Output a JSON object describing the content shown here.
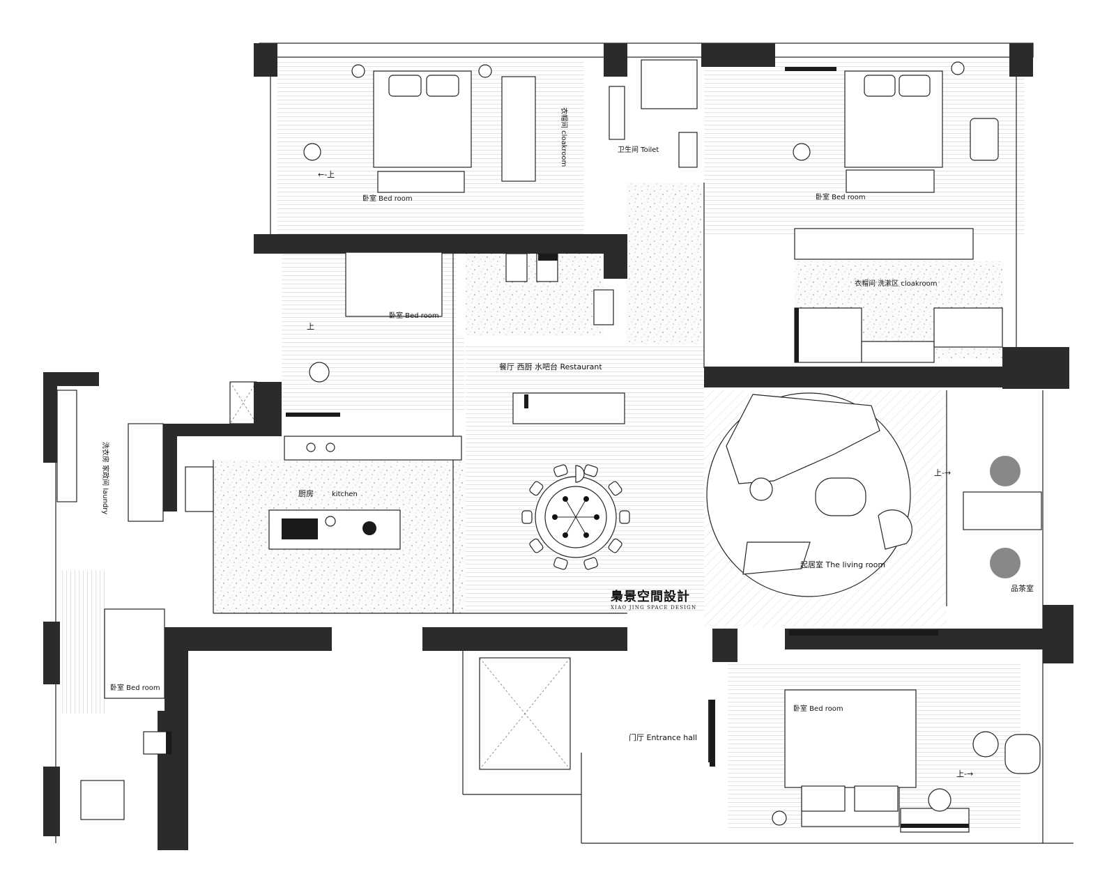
{
  "rooms": {
    "bedroom_nw": "卧室 Bed room",
    "cloakroom_n": "衣帽间 cloakroom",
    "toilet": "卫生间 Toilet",
    "bedroom_ne": "卧室 Bed room",
    "bedroom_mid": "卧室 Bed room",
    "cloak_wash": "衣帽间 洗漱区 cloakroom",
    "restaurant": "餐厅 西厨 水吧台 Restaurant",
    "laundry": "洗衣房 家政间 laundry",
    "kitchen_cn": "厨房",
    "kitchen_en": "kitchen",
    "living": "起居室 The living room",
    "tea_room": "品茶室",
    "bedroom_sw": "卧室 Bed room",
    "entrance": "门厅 Entrance hall",
    "bedroom_se": "卧室 Bed room"
  },
  "stair_marks": {
    "up_left_1": "←‐上",
    "up_left_2": "上",
    "up_right_1": "上‐→",
    "up_right_2": "上‐→"
  },
  "logo": {
    "main": "梟景空間設計",
    "sub": "XIAO JING SPACE DESIGN"
  },
  "colors": {
    "wall": "#2b2b2b",
    "background": "#ffffff",
    "line": "#222222"
  }
}
